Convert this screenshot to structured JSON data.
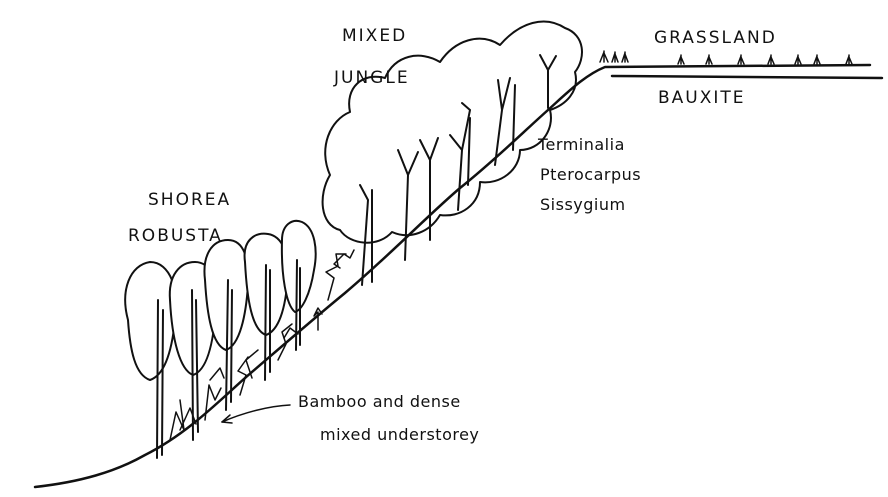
{
  "labels": {
    "mixed": "MIXED",
    "jungle": "JUNGLE",
    "grassland": "GRASSLAND",
    "bauxite": "BAUXITE",
    "shorea": "SHOREA",
    "robusta": "ROBUSTA",
    "species": [
      "Terminalia",
      "Pterocarpus",
      "Sissygium"
    ],
    "understorey_1": "Bamboo and dense",
    "understorey_2": "mixed understorey"
  },
  "colors": {
    "ink": "#111111",
    "paper": "#ffffff"
  }
}
